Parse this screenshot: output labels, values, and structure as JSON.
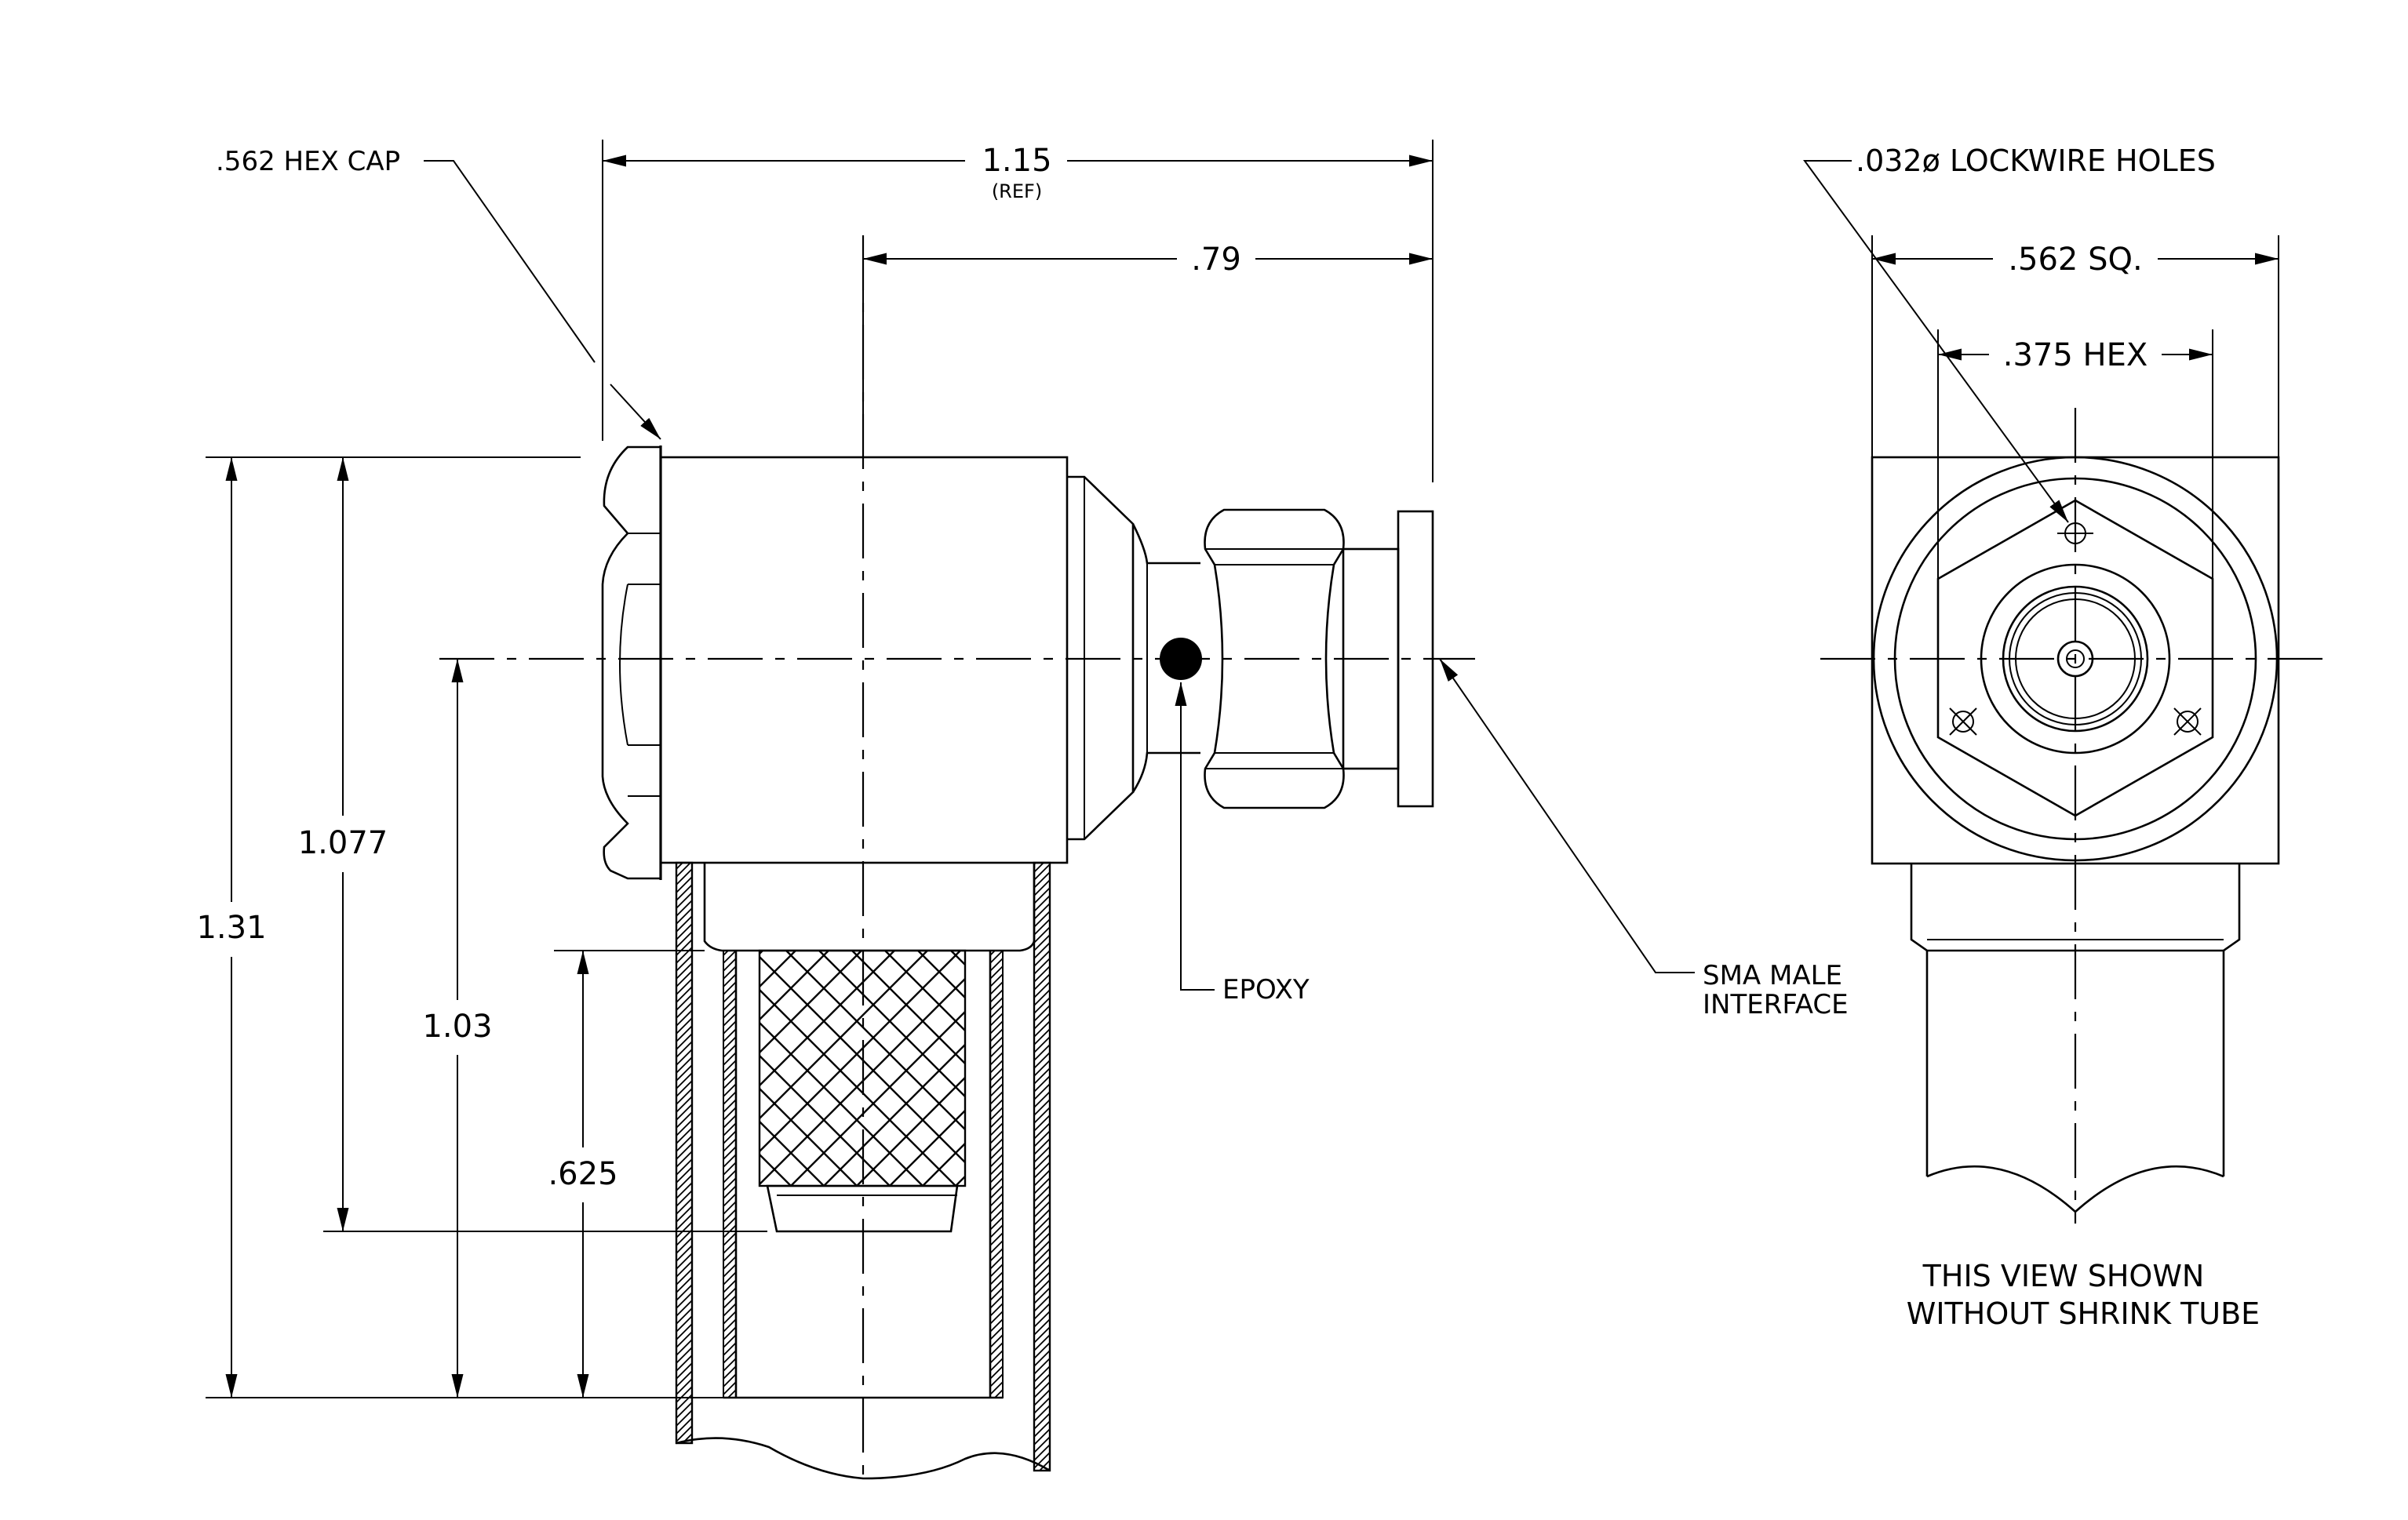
{
  "dimensions": {
    "overall_length": "1.15",
    "overall_length_note": "(REF)",
    "interface_length": ".79",
    "overall_height": "1.31",
    "h_1077": "1.077",
    "h_103": "1.03",
    "h_0625": ".625",
    "square": ".562 SQ.",
    "hex": ".375 HEX"
  },
  "callouts": {
    "hex_cap": ".562 HEX CAP",
    "epoxy": "EPOXY",
    "sma_line1": "SMA MALE",
    "sma_line2": "INTERFACE",
    "lockwire": ".032ø LOCKWIRE HOLES"
  },
  "notes": {
    "line1": "THIS VIEW SHOWN",
    "line2": "WITHOUT SHRINK TUBE"
  }
}
